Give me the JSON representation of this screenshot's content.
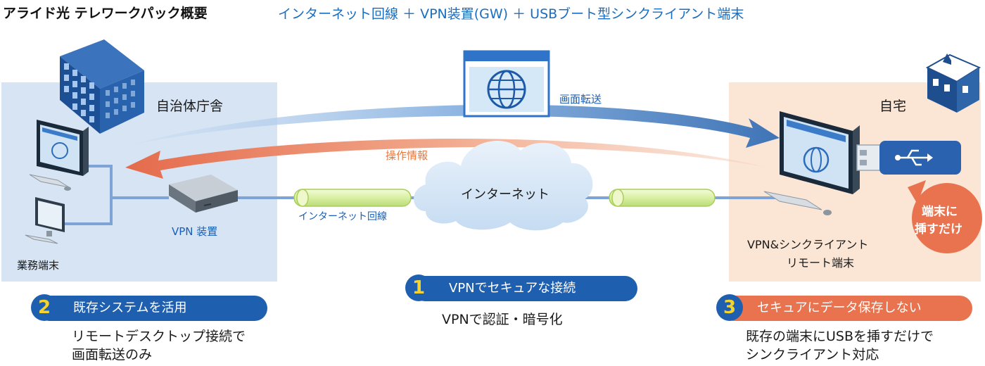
{
  "header": {
    "title": "アライド光 テレワークパック概要",
    "subtitle": "インターネット回線 ＋ VPN装置(GW) ＋ USBブート型シンクライアント端末"
  },
  "left_zone": {
    "label": "自治体庁舎",
    "terminal_label": "業務端末",
    "vpn_label": "VPN 装置"
  },
  "right_zone": {
    "label": "自宅",
    "client_label_1": "VPN&シンクライアント",
    "client_label_2": "リモート端末",
    "usb_note_1": "端末に",
    "usb_note_2": "挿すだけ"
  },
  "center": {
    "internet_label": "インターネット",
    "line_label": "インターネット回線",
    "screen_transfer_label": "画面転送",
    "operation_info_label": "操作情報"
  },
  "features": [
    {
      "num": "1",
      "heading": "VPNでセキュアな接続",
      "desc": [
        "VPNで認証・暗号化"
      ]
    },
    {
      "num": "2",
      "heading": "既存システムを活用",
      "desc": [
        "リモートデスクトップ接続で",
        "画面転送のみ"
      ]
    },
    {
      "num": "3",
      "heading": "セキュアにデータ保存しない",
      "desc": [
        "既存の端末にUSBを挿すだけで",
        "シンクライアント対応"
      ]
    }
  ],
  "colors": {
    "left_zone_bg": "#d6e4f4",
    "right_zone_bg": "#fbe6d6",
    "accent_blue": "#1f5fb0",
    "accent_orange": "#e8734e",
    "title_blue": "#1a6dbf"
  }
}
